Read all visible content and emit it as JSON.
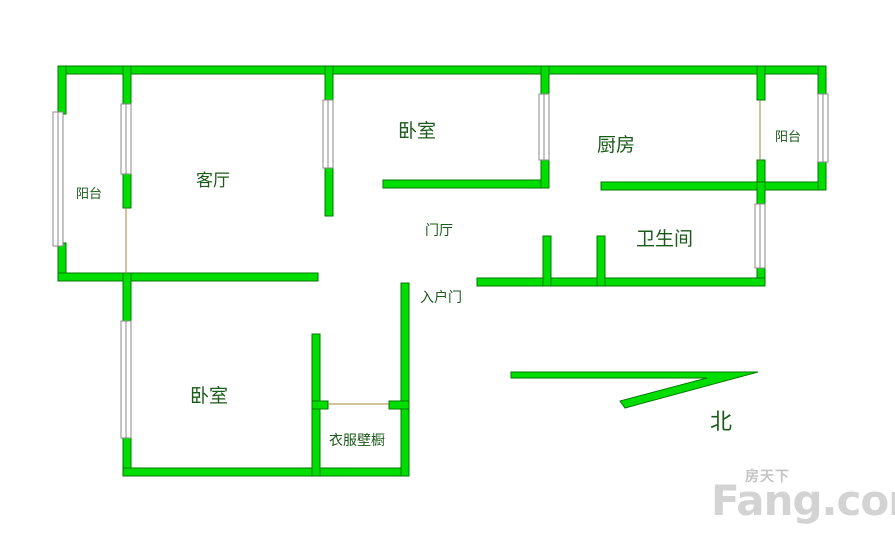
{
  "rooms": {
    "living_room": "客厅",
    "bedroom_top": "卧室",
    "kitchen": "厨房",
    "balcony_left": "阳台",
    "balcony_right": "阳台",
    "foyer": "门厅",
    "bathroom": "卫生间",
    "entrance": "入户门",
    "bedroom_bottom": "卧室",
    "wardrobe": "衣服壁橱"
  },
  "compass": {
    "label": "北"
  },
  "watermark": {
    "top": "房天下",
    "main": "Fang.com"
  },
  "colors": {
    "wall": "#00dd00",
    "wall_outline": "#008000",
    "window": "#8a8a8a",
    "text": "#1a5a1a"
  }
}
